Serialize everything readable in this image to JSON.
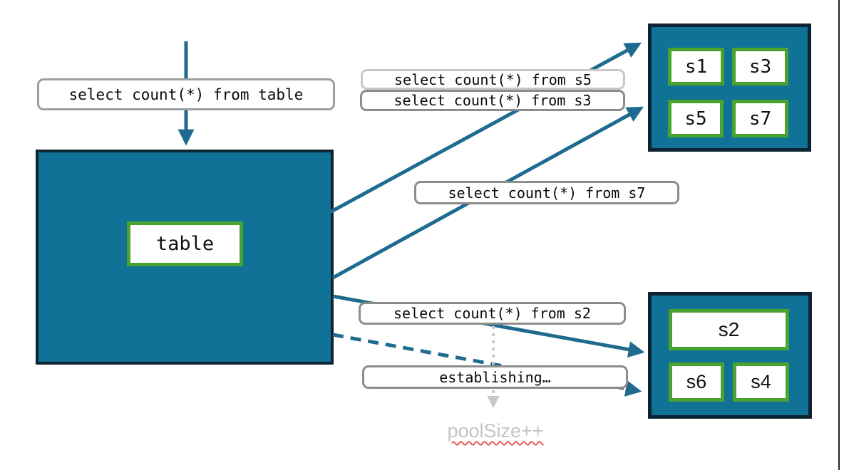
{
  "diagram": {
    "query_table": "select count(*) from table",
    "table_label": "table",
    "query_s5": "select count(*) from s5",
    "query_s3": "select count(*) from s3",
    "query_s7": "select count(*) from s7",
    "query_s2": "select count(*) from s2",
    "establishing_label": "establishing…",
    "pool_size_label": "poolSize++",
    "top_shards": [
      "s1",
      "s3",
      "s5",
      "s7"
    ],
    "bottom_shards": [
      "s2",
      "s6",
      "s4"
    ]
  },
  "colors": {
    "box_fill": "#0f7296",
    "box_border": "#0d2433",
    "shard_border_green": "#4ba32f",
    "arrow": "#1f6b90",
    "label_border_gray": "#8c8c8c",
    "label_border_light": "#c8c8c8",
    "muted_note_text": "#c4c4c4",
    "dotted_arrow_gray": "#c9c9c9",
    "squiggle_red": "#e85c5c"
  }
}
